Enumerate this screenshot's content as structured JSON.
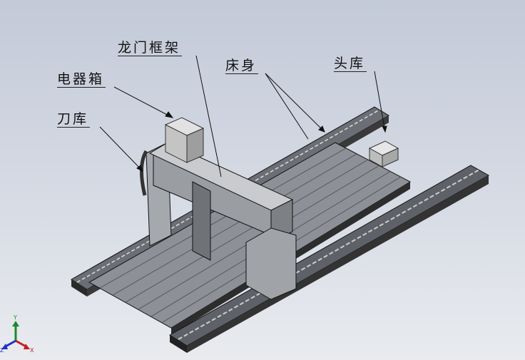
{
  "labels": {
    "gantry_frame": "龙门框架",
    "electrical_cabinet": "电器箱",
    "tool_magazine": "刀库",
    "bed": "床身",
    "headstock": "头库"
  },
  "triad": {
    "x": "X",
    "y": "Y",
    "z": "Z"
  },
  "colors": {
    "x_axis": "#c0202a",
    "y_axis": "#1a8a2a",
    "z_axis": "#2030c8"
  }
}
